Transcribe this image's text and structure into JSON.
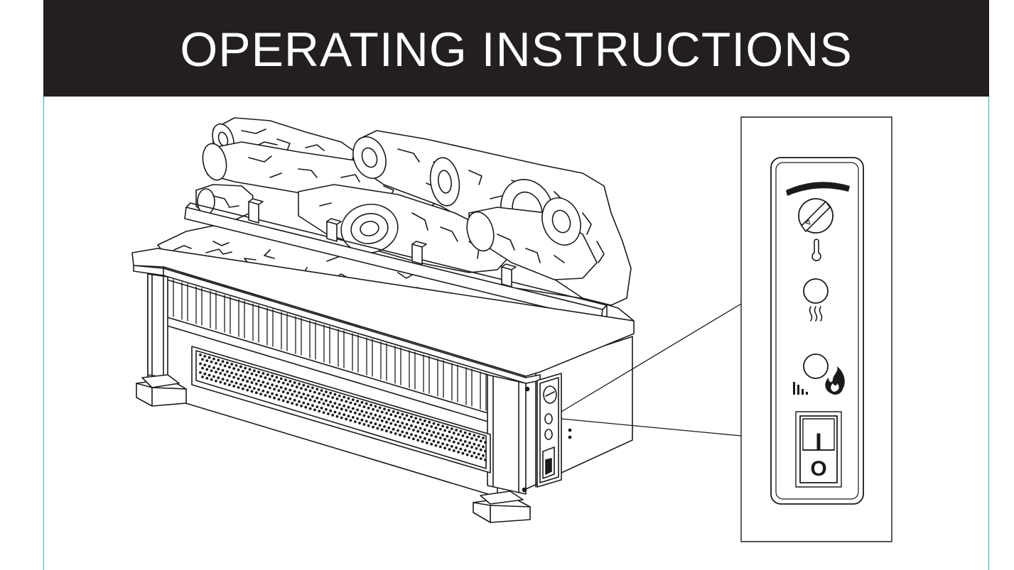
{
  "header": {
    "title": "OPERATING INSTRUCTIONS"
  },
  "figure": {
    "subject": "electric-log-insert-with-control-panel",
    "panel_controls": [
      "thermostat-knob",
      "heat-button",
      "flame-brightness-button",
      "power-rocker-switch"
    ],
    "switch": {
      "on_label": "I",
      "off_label": "O"
    }
  },
  "colors": {
    "header_bg": "#231f20",
    "header_text": "#ffffff",
    "frame_line": "#2ab3c4",
    "ink": "#1a1a1a"
  }
}
